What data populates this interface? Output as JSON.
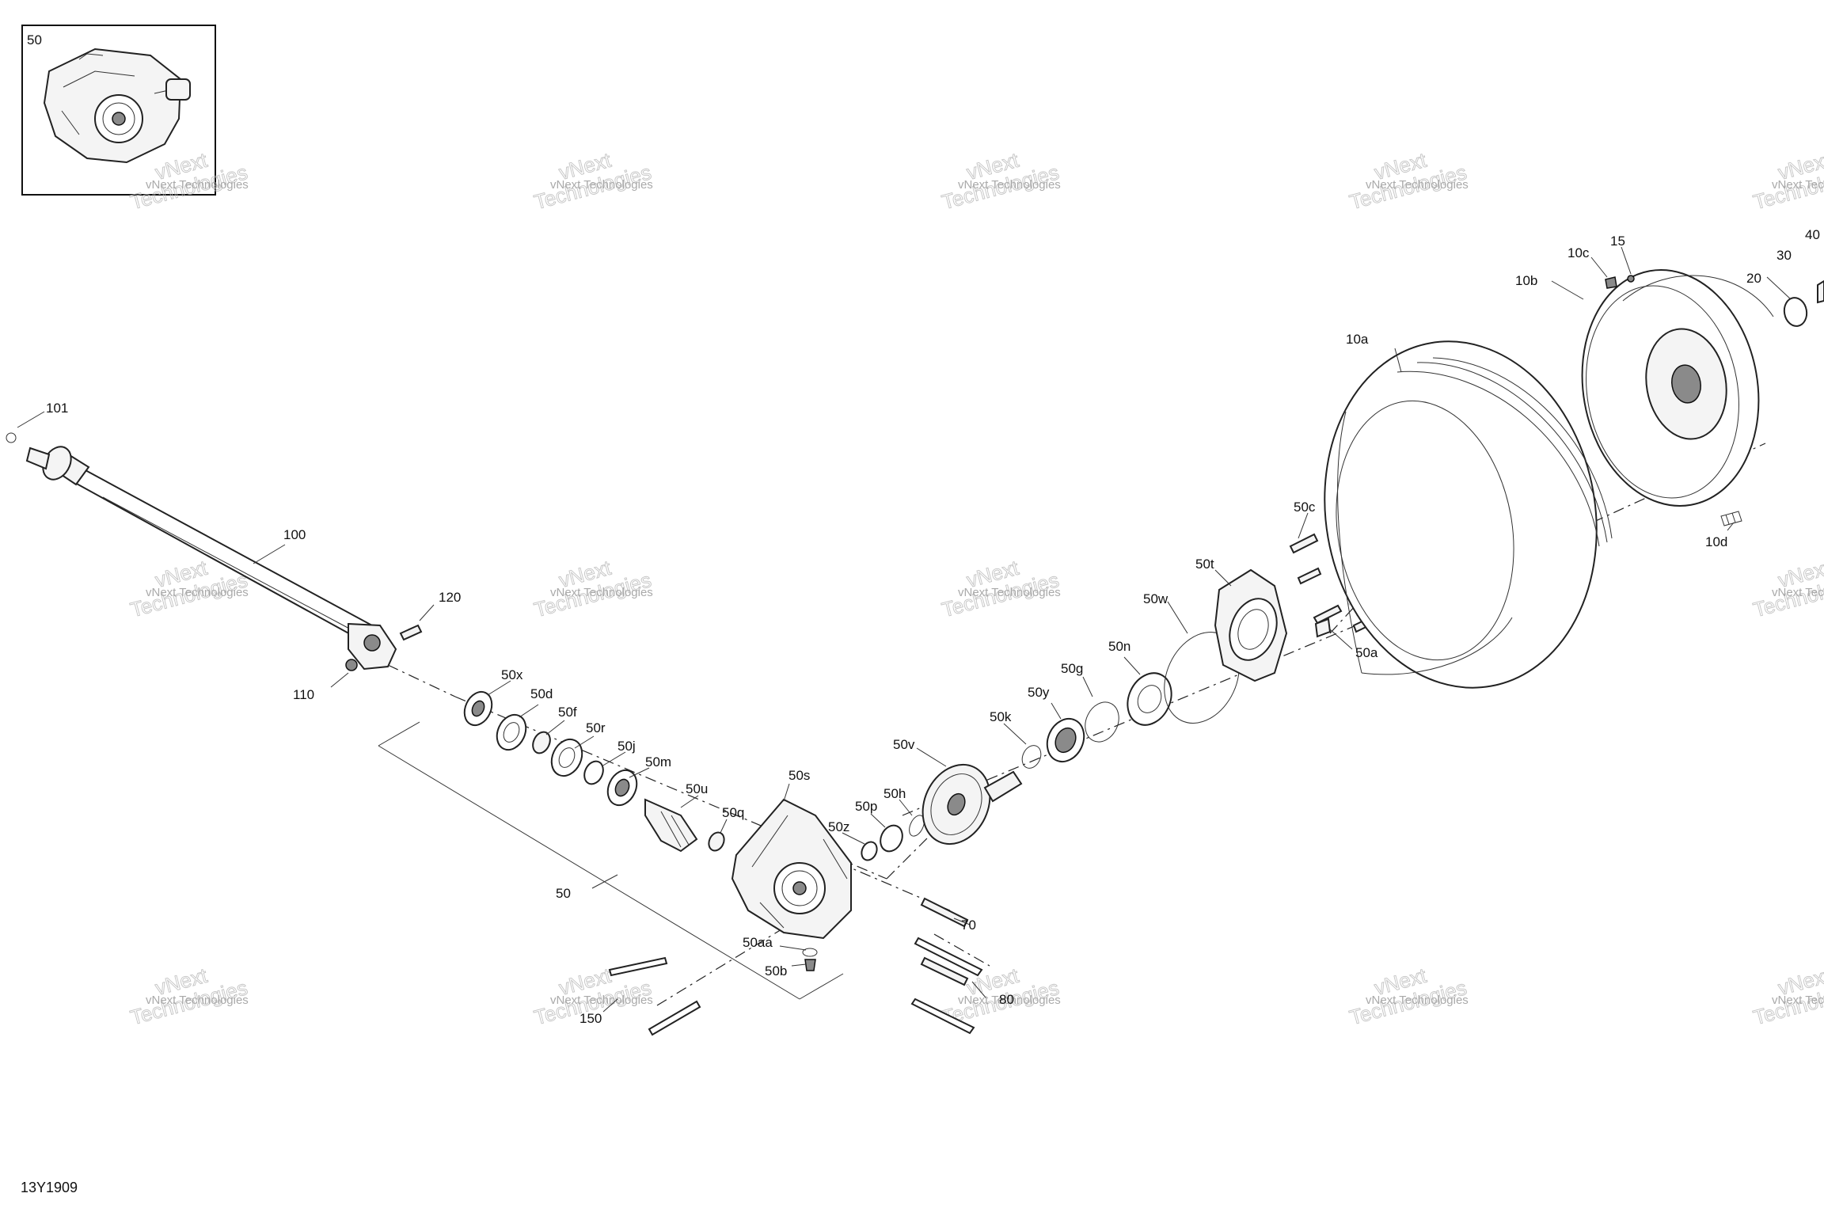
{
  "drawing_code": "13Y1909",
  "inset": {
    "label": "50"
  },
  "watermark": {
    "line1": "vNext Technologies",
    "line2": "vNext",
    "line3": "Technologies"
  },
  "callouts": {
    "c101": "101",
    "c100": "100",
    "c120": "120",
    "c110": "110",
    "c50x": "50x",
    "c50d": "50d",
    "c50f": "50f",
    "c50r": "50r",
    "c50j": "50j",
    "c50m": "50m",
    "c50u": "50u",
    "c50q": "50q",
    "c50s": "50s",
    "c50": "50",
    "c50z": "50z",
    "c50p": "50p",
    "c50h": "50h",
    "c50v": "50v",
    "c50k": "50k",
    "c50y": "50y",
    "c50g": "50g",
    "c50n": "50n",
    "c50w": "50w",
    "c50t": "50t",
    "c50c": "50c",
    "c50a": "50a",
    "c70": "70",
    "c50aa": "50aa",
    "c50b": "50b",
    "c80": "80",
    "c150": "150",
    "c10a": "10a",
    "c10b": "10b",
    "c10c": "10c",
    "c15": "15",
    "c20": "20",
    "c30": "30",
    "c40": "40",
    "c10d": "10d"
  }
}
